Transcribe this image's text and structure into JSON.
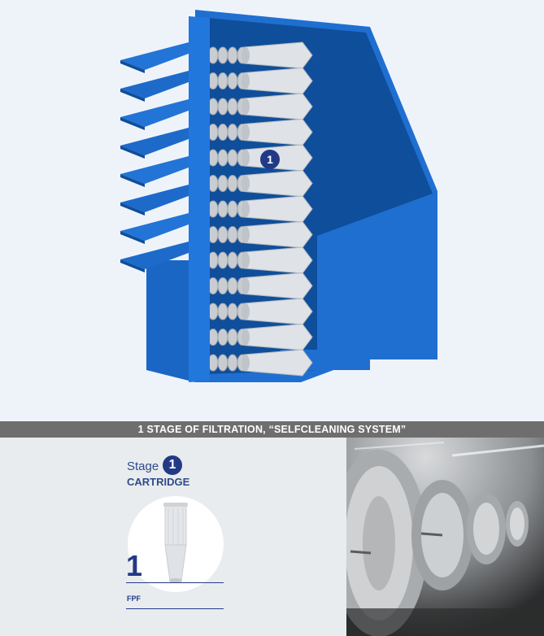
{
  "diagram": {
    "marker_number": "1",
    "colors": {
      "housing_front": "#1f6fd1",
      "housing_dark": "#175bb0",
      "interior": "#0f4e9a",
      "cartridge": "#d9dde2",
      "marker": "#223a86"
    }
  },
  "stage_bar": {
    "title": "1 STAGE OF FILTRATION, “SELFCLEANING SYSTEM”",
    "background": "#6e6e6e"
  },
  "stage": {
    "label": "Stage",
    "badge": "1",
    "type": "CARTRIDGE",
    "number": "1",
    "code": "FPF"
  },
  "photo": {
    "icon": "cartridge-filters-photo"
  }
}
